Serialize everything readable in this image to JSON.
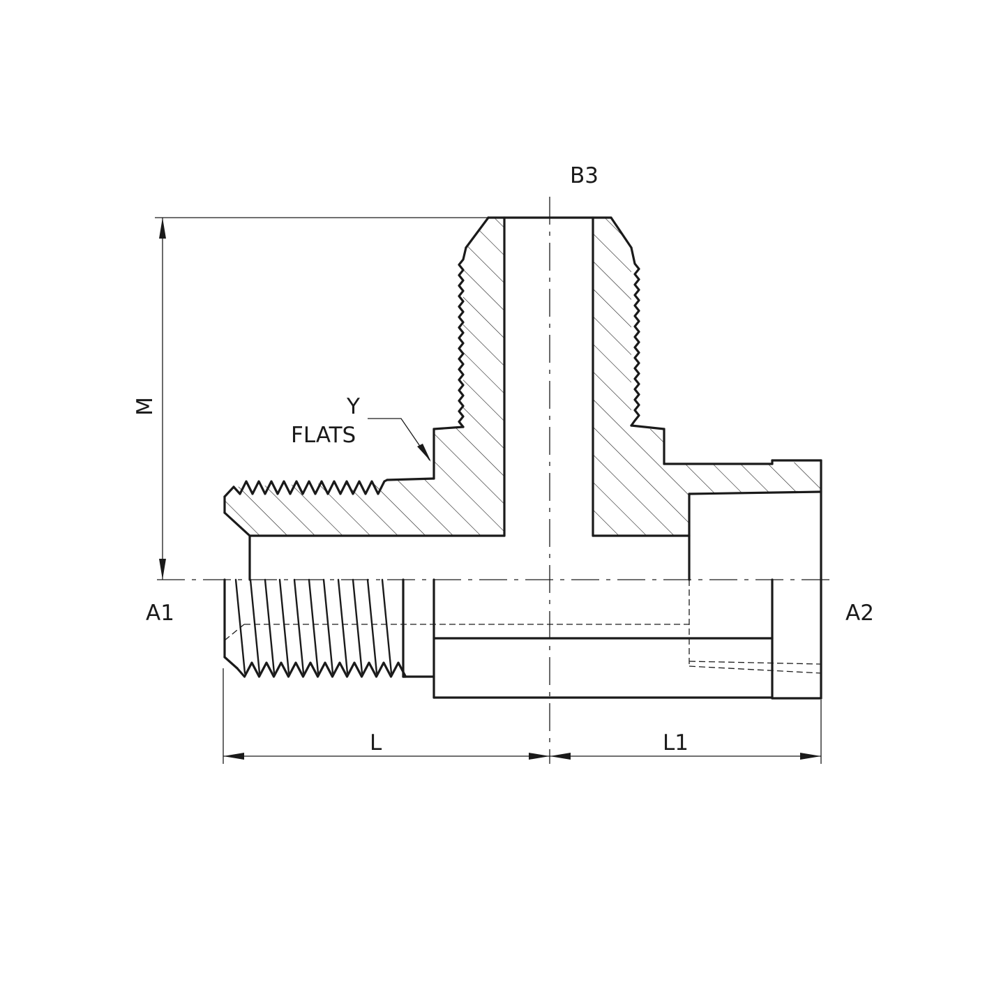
{
  "labels": {
    "port_top": "B3",
    "port_left": "A1",
    "port_right": "A2",
    "dim_height": "M",
    "dim_left_length": "L",
    "dim_right_length": "L1",
    "flats_letter": "Y",
    "flats_text": "FLATS"
  },
  "colors": {
    "line": "#1a1a1a",
    "background": "#ffffff"
  }
}
